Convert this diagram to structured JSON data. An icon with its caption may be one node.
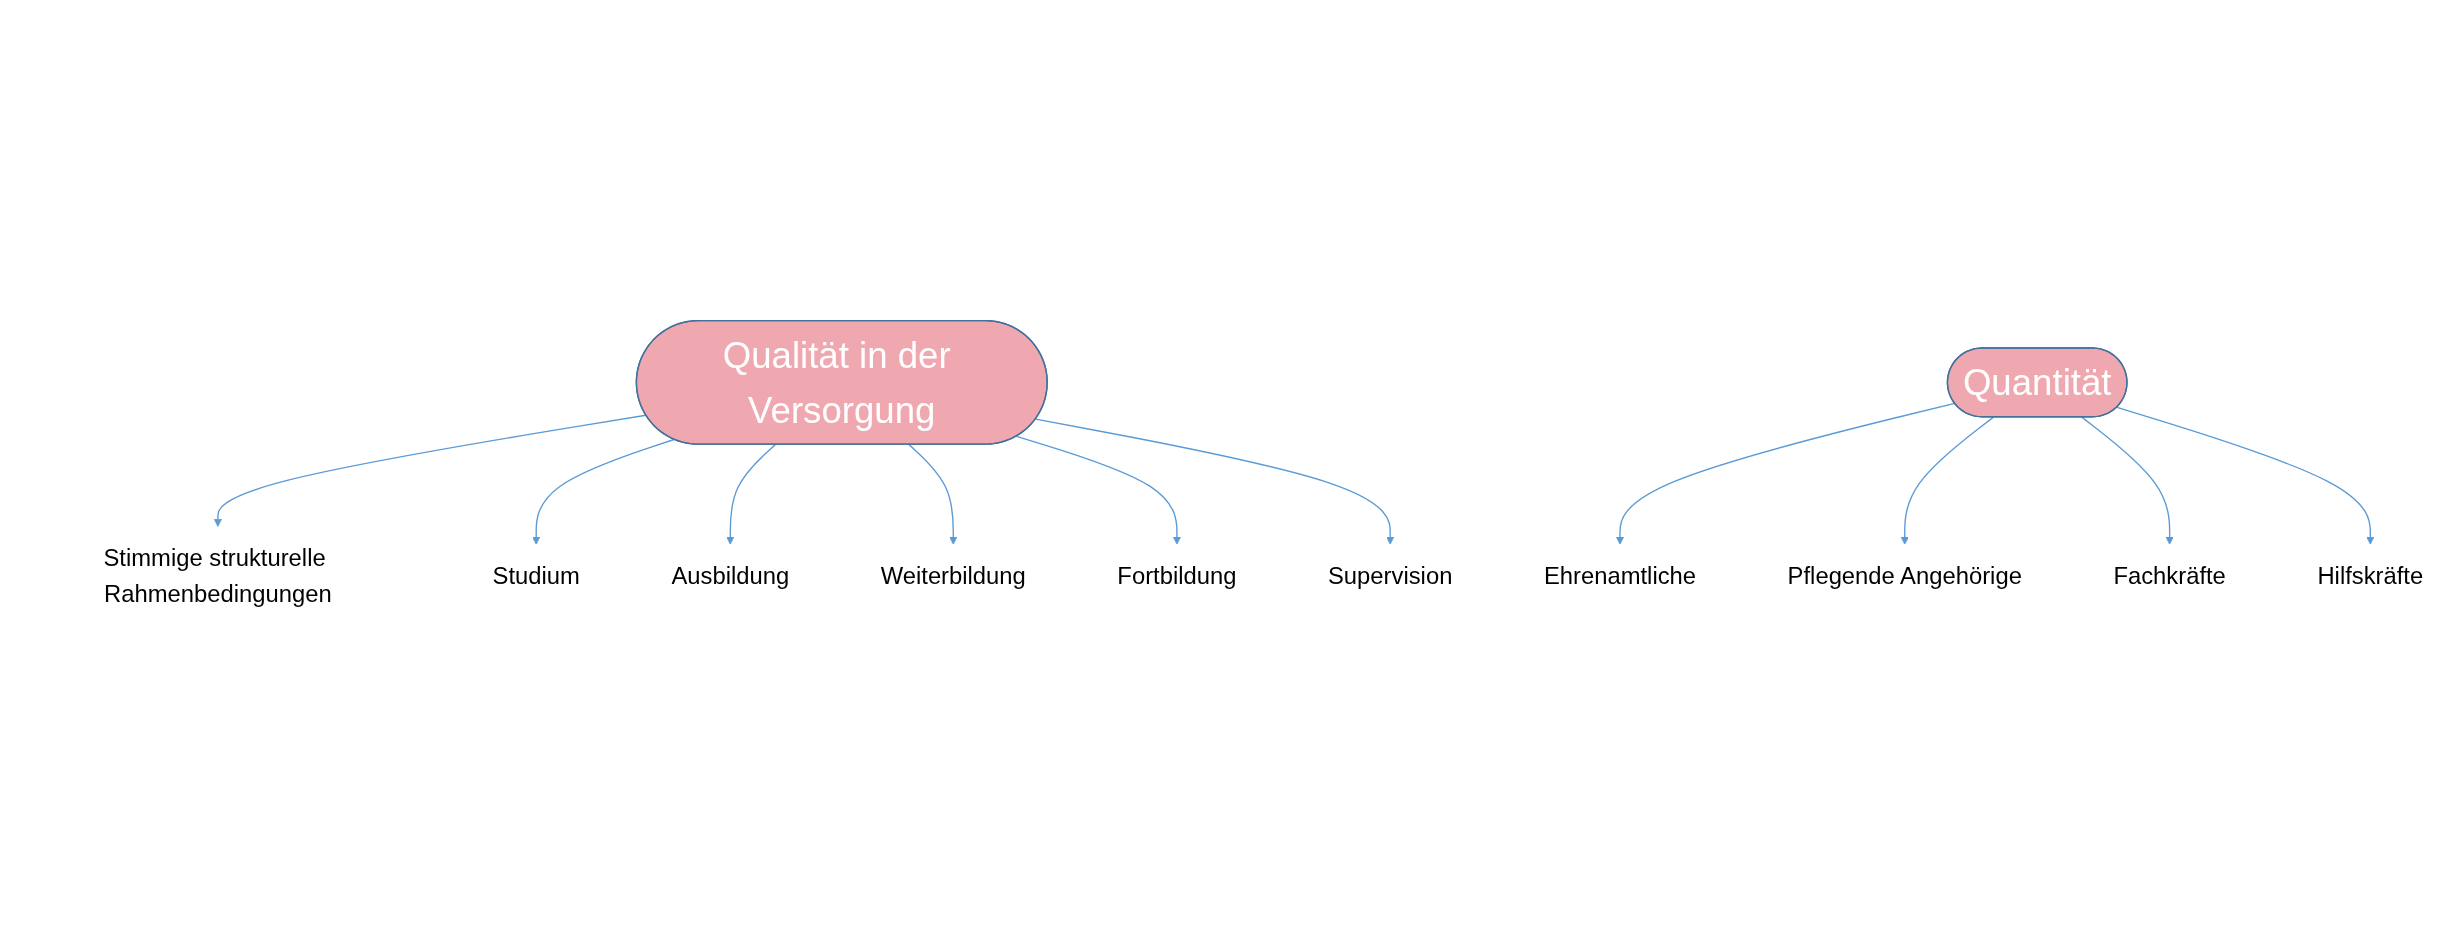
{
  "diagram": {
    "nodes": [
      {
        "text": [
          "Qualität in der Versorgung"
        ]
      },
      {
        "text": [
          "Stimmige strukturelle Rahmenbedingungen"
        ]
      },
      {
        "text": [
          "Studium"
        ]
      },
      {
        "text": [
          "Ausbildung"
        ]
      },
      {
        "text": [
          "Weiterbildung"
        ]
      },
      {
        "text": [
          "Fortbildung"
        ]
      },
      {
        "text": [
          "Supervision"
        ]
      },
      {
        "text": [
          "Quantität"
        ]
      },
      {
        "text": [
          "Ehrenamtliche"
        ]
      },
      {
        "text": [
          "Pflegende Angehörige"
        ]
      },
      {
        "text": [
          "Fachkräfte"
        ]
      },
      {
        "text": [
          "Hilfskräfte"
        ]
      }
    ],
    "edges": [
      {
        "from": 0,
        "to": 1,
        "arrow": "to"
      },
      {
        "from": 0,
        "to": 2,
        "arrow": "to"
      },
      {
        "from": 0,
        "to": 3,
        "arrow": "to"
      },
      {
        "from": 0,
        "to": 4,
        "arrow": "to"
      },
      {
        "from": 0,
        "to": 5,
        "arrow": "to"
      },
      {
        "from": 0,
        "to": 6,
        "arrow": "to"
      },
      {
        "from": 7,
        "to": 8,
        "arrow": "to"
      },
      {
        "from": 7,
        "to": 9,
        "arrow": "to"
      },
      {
        "from": 7,
        "to": 10,
        "arrow": "to"
      },
      {
        "from": 7,
        "to": 11,
        "arrow": "to"
      }
    ]
  }
}
